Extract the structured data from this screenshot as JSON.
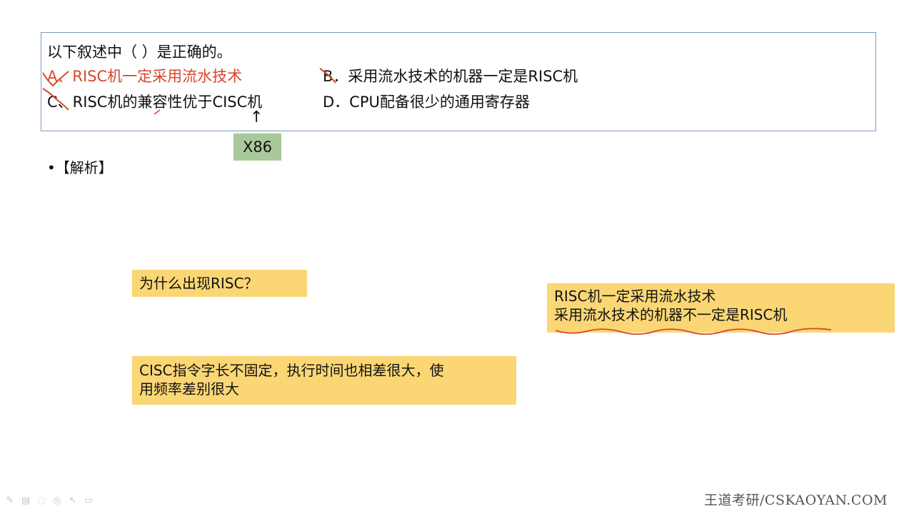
{
  "question": {
    "stem": "以下叙述中（    ）是正确的。",
    "option_a": "A、RISC机一定采用流水技术",
    "option_b": "B．采用流水技术的机器一定是RISC机",
    "option_c": "C、RISC机的兼容性优于CISC机",
    "option_d": "D．CPU配备很少的通用寄存器"
  },
  "callout": {
    "label": "X86",
    "arrow": "↑"
  },
  "analysis": {
    "bullet": "•【解析】"
  },
  "notes": {
    "why": "为什么出现RISC？",
    "cisc_line1": "CISC指令字长不固定，执行时间也相差很大，使",
    "cisc_line2": "用频率差别很大",
    "risc_line1": "RISC机一定采用流水技术",
    "risc_line2": "采用流水技术的机器不一定是RISC机"
  },
  "watermark": "王道考研/CSKAOYAN.COM",
  "toolbar": {
    "icons": [
      "pen-icon",
      "highlighter-icon",
      "eraser-icon",
      "laser-icon",
      "pointer-icon",
      "screen-icon"
    ]
  },
  "colors": {
    "question_border": "#7b9ac4",
    "correct_option": "#d9462b",
    "callout_bg": "#a9c99b",
    "note_bg": "#fad675",
    "ink": "#d9462b"
  }
}
